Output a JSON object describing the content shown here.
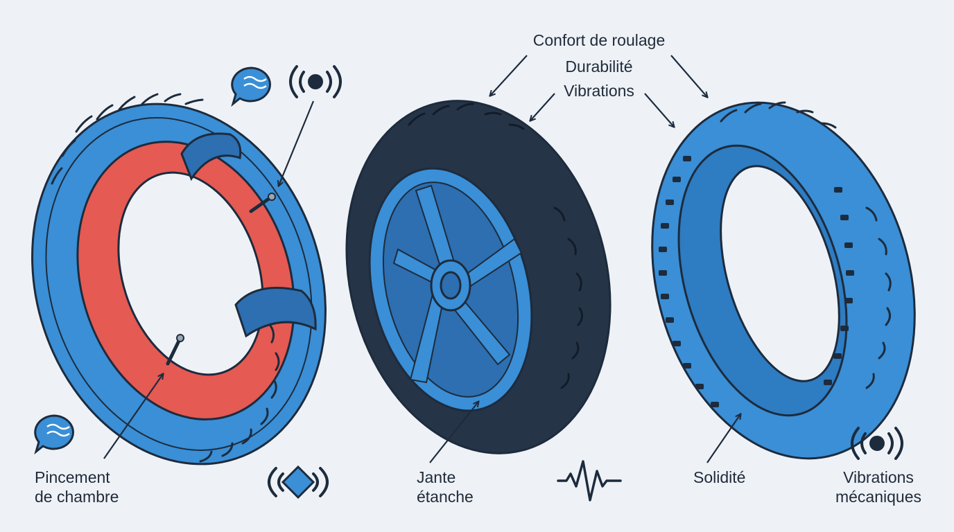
{
  "top_labels": {
    "confort": "Confort de roulage",
    "durabilite": "Durabilité",
    "vibrations": "Vibrations"
  },
  "tires": {
    "tube": {
      "label_line1": "Pincement",
      "label_line2": "de chambre"
    },
    "tubeless": {
      "label_line1": "Jante",
      "label_line2": "étanche"
    },
    "solid": {
      "label_left": "Solidité",
      "label_right_line1": "Vibrations",
      "label_right_line2": "mécaniques"
    }
  },
  "icons": [
    "chat-bubble-wave-icon",
    "vibration-radio-icon",
    "diamond-vibration-icon",
    "waveform-icon"
  ],
  "colors": {
    "background": "#eef2f6",
    "tire_blue": "#3a8fd6",
    "tire_dark": "#263447",
    "tube_red": "#e55a52",
    "outline": "#1d2b3d"
  }
}
